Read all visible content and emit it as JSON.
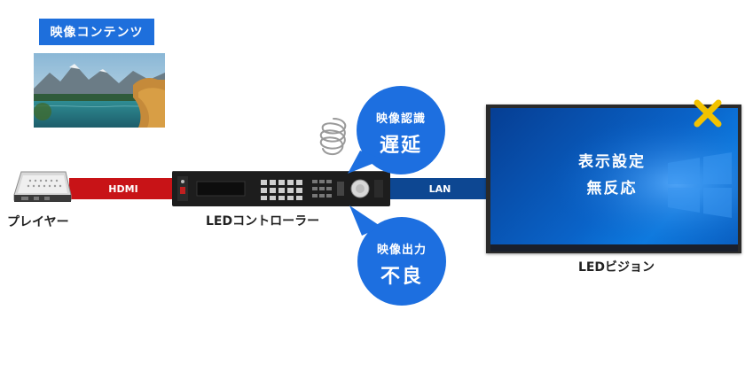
{
  "content_label": "映像コンテンツ",
  "cables": {
    "hdmi": "HDMI",
    "lan": "LAN"
  },
  "devices": {
    "player": "プレイヤー",
    "controller": "LEDコントローラー",
    "led": "LEDビジョン"
  },
  "bubbles": {
    "top": {
      "line1": "映像認識",
      "line2": "遅延"
    },
    "bottom": {
      "line1": "映像出力",
      "line2": "不良"
    }
  },
  "led_status": {
    "line1": "表示設定",
    "line2": "無反応"
  },
  "colors": {
    "tag_blue": "#1e6fdc",
    "hdmi_red": "#c81317",
    "lan_blue": "#0d4792",
    "bubble_blue": "#1d6fe0",
    "x_mark_yellow": "#f2c200"
  },
  "icons": {
    "problem_mark": "x-mark-icon",
    "delay": "spiral-icon"
  }
}
